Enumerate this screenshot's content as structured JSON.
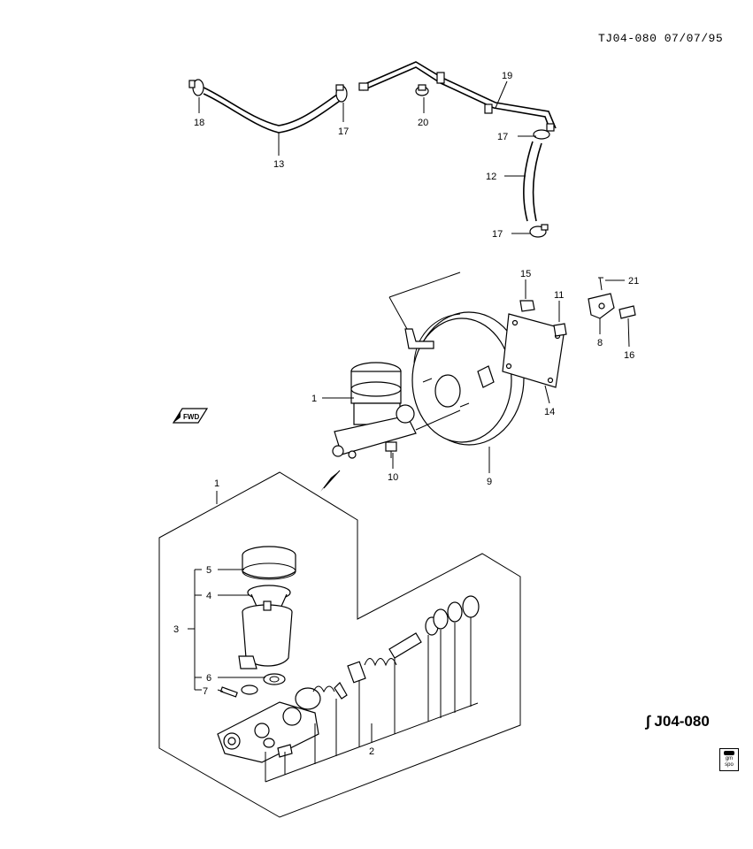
{
  "header": {
    "reference": "TJ04-080 07/07/95"
  },
  "footer": {
    "section_code": "J04-080"
  },
  "badge": {
    "line1": "gm",
    "line2": "spo"
  },
  "direction_marker": {
    "text": "FWD"
  },
  "callouts": [
    {
      "id": "c1a",
      "text": "1"
    },
    {
      "id": "c1b",
      "text": "1"
    },
    {
      "id": "c2",
      "text": "2"
    },
    {
      "id": "c3",
      "text": "3"
    },
    {
      "id": "c4",
      "text": "4"
    },
    {
      "id": "c5",
      "text": "5"
    },
    {
      "id": "c6",
      "text": "6"
    },
    {
      "id": "c7",
      "text": "7"
    },
    {
      "id": "c8",
      "text": "8"
    },
    {
      "id": "c9",
      "text": "9"
    },
    {
      "id": "c10",
      "text": "10"
    },
    {
      "id": "c11",
      "text": "11"
    },
    {
      "id": "c12",
      "text": "12"
    },
    {
      "id": "c13",
      "text": "13"
    },
    {
      "id": "c14",
      "text": "14"
    },
    {
      "id": "c15",
      "text": "15"
    },
    {
      "id": "c16",
      "text": "16"
    },
    {
      "id": "c17a",
      "text": "17"
    },
    {
      "id": "c17b",
      "text": "17"
    },
    {
      "id": "c17c",
      "text": "17"
    },
    {
      "id": "c18",
      "text": "18"
    },
    {
      "id": "c19",
      "text": "19"
    },
    {
      "id": "c20",
      "text": "20"
    },
    {
      "id": "c21",
      "text": "21"
    }
  ]
}
